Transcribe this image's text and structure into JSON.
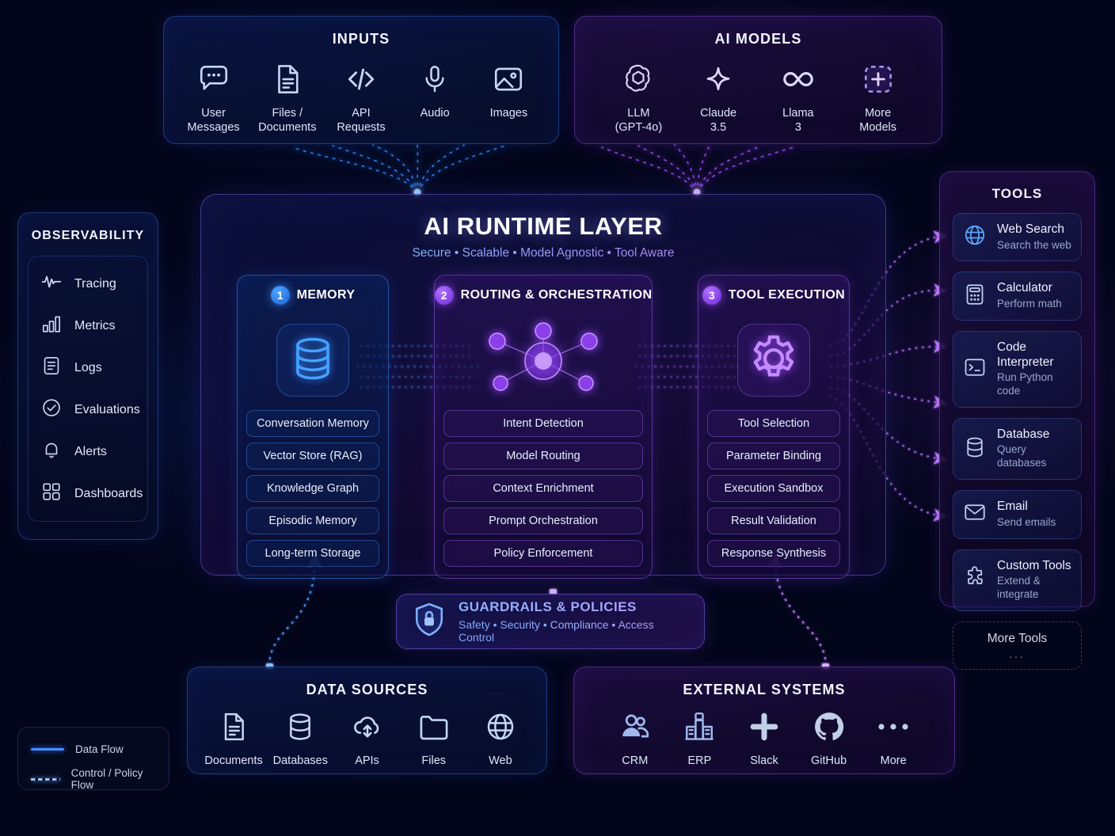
{
  "inputs": {
    "title": "INPUTS",
    "items": [
      {
        "icon": "chat-bubble-icon",
        "label_lines": [
          "User",
          "Messages"
        ]
      },
      {
        "icon": "document-icon",
        "label_lines": [
          "Files /",
          "Documents"
        ]
      },
      {
        "icon": "code-brackets-icon",
        "label_lines": [
          "API",
          "Requests"
        ]
      },
      {
        "icon": "microphone-icon",
        "label_lines": [
          "Audio"
        ]
      },
      {
        "icon": "image-icon",
        "label_lines": [
          "Images"
        ]
      }
    ]
  },
  "ai_models": {
    "title": "AI MODELS",
    "items": [
      {
        "icon": "openai-logo-icon",
        "label_lines": [
          "LLM",
          "(GPT-4o)"
        ]
      },
      {
        "icon": "sparkle-icon",
        "label_lines": [
          "Claude",
          "3.5"
        ]
      },
      {
        "icon": "infinity-icon",
        "label_lines": [
          "Llama",
          "3"
        ]
      },
      {
        "icon": "plus-box-icon",
        "label_lines": [
          "More",
          "Models"
        ]
      }
    ]
  },
  "observability": {
    "title": "OBSERVABILITY",
    "items": [
      {
        "icon": "pulse-wave-icon",
        "label": "Tracing"
      },
      {
        "icon": "bar-chart-icon",
        "label": "Metrics"
      },
      {
        "icon": "log-lines-icon",
        "label": "Logs"
      },
      {
        "icon": "check-circle-icon",
        "label": "Evaluations"
      },
      {
        "icon": "bell-icon",
        "label": "Alerts"
      },
      {
        "icon": "grid-squares-icon",
        "label": "Dashboards"
      }
    ]
  },
  "runtime": {
    "title": "AI RUNTIME LAYER",
    "subtitle": "Secure • Scalable • Model Agnostic • Tool Aware",
    "columns": [
      {
        "number": "1",
        "title": "MEMORY",
        "hero_icon": "database-cylinder-icon",
        "accent": "#3b8dff",
        "chips": [
          "Conversation Memory",
          "Vector Store (RAG)",
          "Knowledge Graph",
          "Episodic Memory",
          "Long-term Storage"
        ]
      },
      {
        "number": "2",
        "title": "ROUTING & ORCHESTRATION",
        "hero_icon": "node-network-icon",
        "accent": "#a45cff",
        "chips": [
          "Intent Detection",
          "Model Routing",
          "Context Enrichment",
          "Prompt Orchestration",
          "Policy Enforcement"
        ]
      },
      {
        "number": "3",
        "title": "TOOL EXECUTION",
        "hero_icon": "gear-icon",
        "accent": "#a45cff",
        "chips": [
          "Tool Selection",
          "Parameter Binding",
          "Execution Sandbox",
          "Result Validation",
          "Response Synthesis"
        ]
      }
    ]
  },
  "tools": {
    "title": "TOOLS",
    "items": [
      {
        "icon": "globe-icon",
        "name": "Web Search",
        "desc": "Search the web"
      },
      {
        "icon": "calculator-icon",
        "name": "Calculator",
        "desc": "Perform math"
      },
      {
        "icon": "terminal-icon",
        "name": "Code Interpreter",
        "desc": "Run Python code"
      },
      {
        "icon": "database-icon",
        "name": "Database",
        "desc": "Query databases"
      },
      {
        "icon": "envelope-icon",
        "name": "Email",
        "desc": "Send emails"
      },
      {
        "icon": "puzzle-piece-icon",
        "name": "Custom Tools",
        "desc": "Extend & integrate"
      }
    ],
    "more": {
      "label": "More Tools",
      "dots": "..."
    }
  },
  "guardrails": {
    "icon": "shield-lock-icon",
    "title": "GUARDRAILS & POLICIES",
    "subtitle": "Safety • Security • Compliance • Access Control"
  },
  "data_sources": {
    "title": "DATA SOURCES",
    "items": [
      {
        "icon": "document-icon",
        "label": "Documents"
      },
      {
        "icon": "database-icon",
        "label": "Databases"
      },
      {
        "icon": "cloud-sync-icon",
        "label": "APIs"
      },
      {
        "icon": "folder-icon",
        "label": "Files"
      },
      {
        "icon": "globe-icon",
        "label": "Web"
      }
    ]
  },
  "external_systems": {
    "title": "EXTERNAL SYSTEMS",
    "items": [
      {
        "icon": "people-icon",
        "label": "CRM"
      },
      {
        "icon": "factory-icon",
        "label": "ERP"
      },
      {
        "icon": "slack-logo-icon",
        "label": "Slack"
      },
      {
        "icon": "github-logo-icon",
        "label": "GitHub"
      },
      {
        "icon": "ellipsis-icon",
        "label": "More"
      }
    ]
  },
  "legend": {
    "items": [
      {
        "style": "solid",
        "label": "Data Flow"
      },
      {
        "style": "dashed",
        "label": "Control / Policy Flow"
      }
    ]
  },
  "colors": {
    "background": "#03051a",
    "blue_accent": "#3b8dff",
    "purple_accent": "#a45cff",
    "text_primary": "#e8edfb",
    "text_muted": "#97a6cf"
  }
}
